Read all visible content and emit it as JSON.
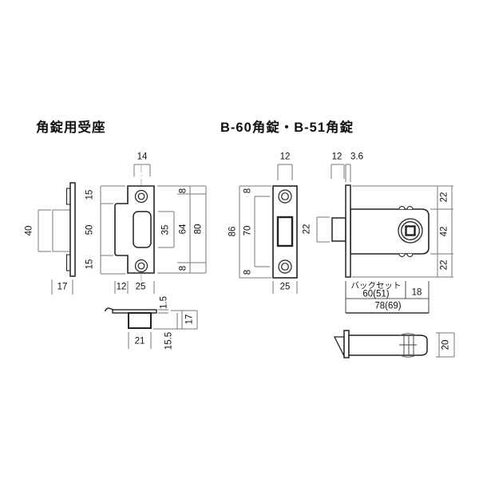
{
  "page": {
    "background": "#ffffff",
    "outline_color": "#222222",
    "dim_line_color": "#777777",
    "centerline_color": "#b5b5b5",
    "ghost_color": "#999999"
  },
  "left_drawing": {
    "title": "角錠用受座",
    "side_view": {
      "box_height": "40",
      "box_depth": "17"
    },
    "front_view": {
      "opening_width": "14",
      "top_margin": "15",
      "middle_span": "50",
      "bottom_margin": "15",
      "hole_offset_top": "8",
      "opening_height": "35",
      "hole_span": "64",
      "plate_height": "80",
      "hole_offset_bottom": "8",
      "lip_width": "12",
      "plate_width": "25"
    },
    "box_detail": {
      "flange_thickness": "1.5",
      "total_depth": "17",
      "box_depth": "15.5",
      "box_width": "21"
    }
  },
  "right_drawing": {
    "title": "B-60角錠・B-51角錠",
    "faceplate_view": {
      "latch_hole_width": "12",
      "screw_offset_top": "8",
      "screw_span": "70",
      "screw_offset_bottom": "8",
      "plate_height": "86",
      "plate_width": "25"
    },
    "side_view": {
      "latch_throw": "12",
      "plate_thickness": "3.6",
      "latch_height": "22",
      "top_offset": "22",
      "body_height": "42",
      "bottom_offset": "22"
    },
    "backset": {
      "label": "バックセット",
      "value": "60(51)",
      "rear_span": "18",
      "total": "78(69)"
    },
    "latch_detail": {
      "height": "20"
    }
  }
}
